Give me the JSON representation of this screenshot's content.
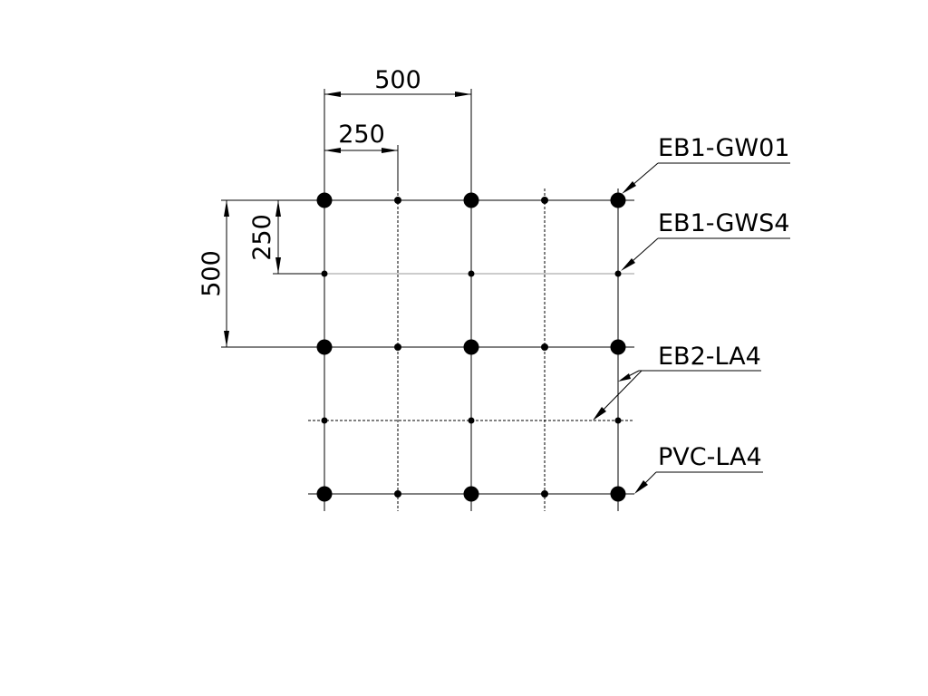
{
  "dimensions": {
    "horizontal_top": "500",
    "horizontal_inner": "250",
    "vertical_outer": "500",
    "vertical_inner": "250"
  },
  "labels": {
    "label_1": "EB1-GW01",
    "label_2": "EB1-GWS4",
    "label_3": "EB2-LA4",
    "label_4": "PVC-LA4"
  },
  "colors": {
    "ink": "#000000",
    "grey_line": "#9a9a9a",
    "background": "#ffffff"
  }
}
